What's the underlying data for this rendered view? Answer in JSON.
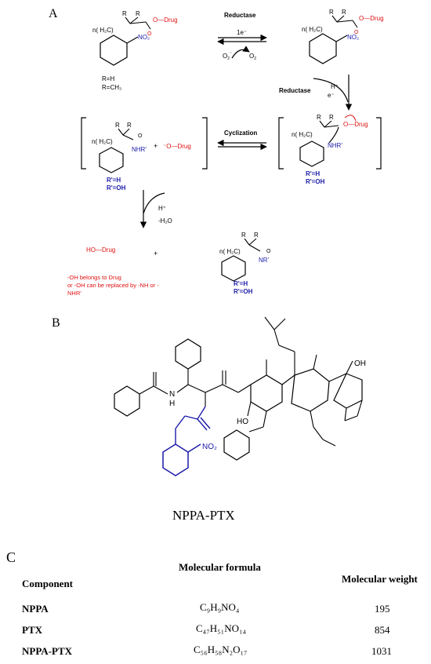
{
  "panel_a": {
    "label": "A",
    "reductase_top": "Reductase",
    "one_e": "1e⁻",
    "o2_minus": "O",
    "o2_left_sub": "2",
    "o2_left_sup": "⁻",
    "o2": "O",
    "o2_right_sub": "2",
    "r_h": "R=H",
    "r_ch3": "R=CH₃",
    "reductase_right": "Reductase",
    "h_plus": "H⁺",
    "e_minus": "e⁻",
    "cyclization": "Cyclization",
    "o_drug_anion": "⁻O—Drug",
    "plus1": "+",
    "rprime_h_1": "R'=H",
    "rprime_oh_1": "R'=OH",
    "rprime_h_2": "R'=H",
    "rprime_oh_2": "R'=OH",
    "h_plus_bottom": "H⁺",
    "minus_water": "-H₂O",
    "ho_drug": "HO—Drug",
    "plus2": "+",
    "note_line1": "-OH belongs to Drug",
    "note_line2": "or -OH can be replaced by -NH or -",
    "note_line3": "NHR'",
    "rprime_h_3": "R'=H",
    "rprime_oh_3": "R'=OH",
    "r": "R",
    "o_drug": "O—Drug",
    "n_h2c": "n( H₂C)",
    "no2": "NO₂",
    "nhr": "NHR'",
    "nr": "NR'",
    "o": "O"
  },
  "panel_b": {
    "label": "B",
    "compound_name": "NPPA-PTX",
    "nh": "N",
    "h": "H",
    "oh": "OH",
    "ho": "HO",
    "no2": "NO₂"
  },
  "panel_c": {
    "label": "C",
    "header_formula": "Molecular formula",
    "header_component": "Component",
    "header_weight": "Molecular weight",
    "rows": [
      {
        "component": "NPPA",
        "formula": "C₉H₉NO₄",
        "weight": "195"
      },
      {
        "component": "PTX",
        "formula": "C₄₇H₅₁NO₁₄",
        "weight": "854"
      },
      {
        "component": "NPPA-PTX",
        "formula": "C₅₆H₅₈N₂O₁₇",
        "weight": "1031"
      }
    ]
  },
  "colors": {
    "red": "#e01010",
    "blue": "#1a1aa8",
    "black": "#000000"
  }
}
